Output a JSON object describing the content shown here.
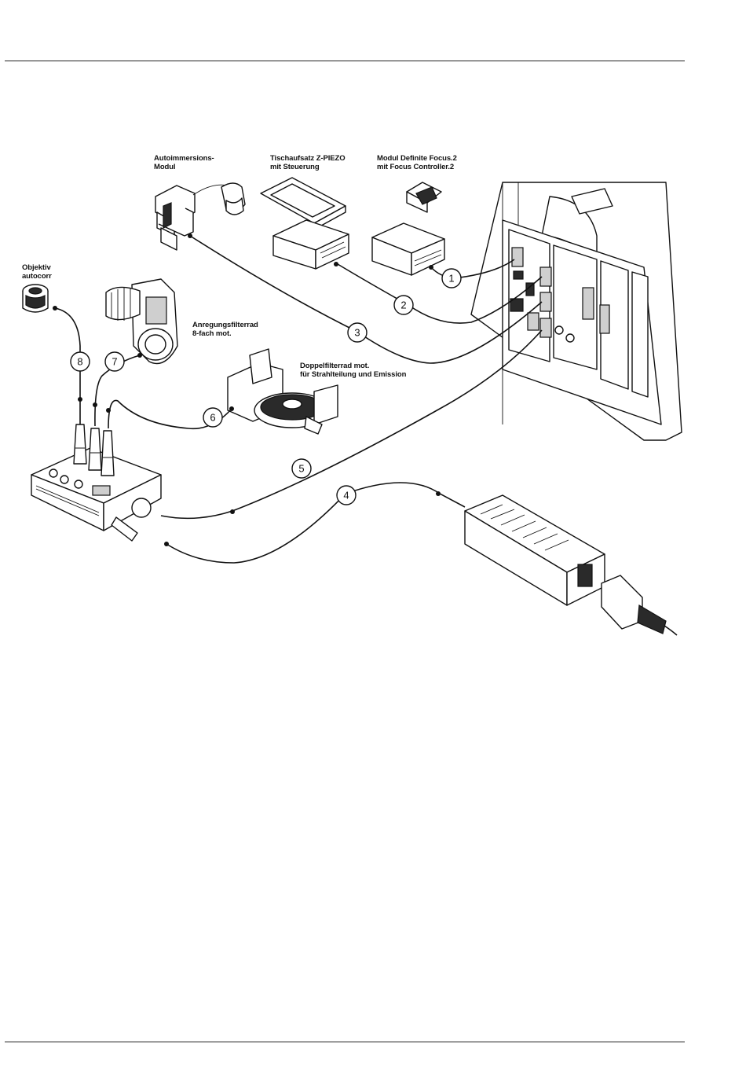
{
  "labels": {
    "autoimmersion": "Autoimmersions-\nModul",
    "zpiezo": "Tischaufsatz Z-PIEZO\nmit Steuerung",
    "definite_focus": "Modul Definite Focus.2\nmit Focus Controller.2",
    "objektiv": "Objektiv\nautocorr",
    "anregung": "Anregungsfilterrad\n8-fach mot.",
    "doppelfilter": "Doppelfilterrad mot.\nfür Strahlteilung und Emission"
  },
  "callouts": [
    "1",
    "2",
    "3",
    "4",
    "5",
    "6",
    "7",
    "8"
  ]
}
